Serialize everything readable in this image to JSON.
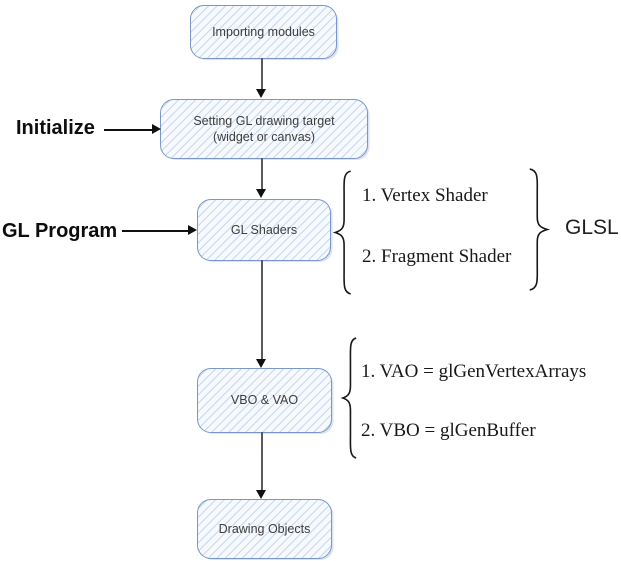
{
  "flowchart": {
    "nodes": {
      "importing": {
        "label": "Importing modules"
      },
      "target": {
        "line1": "Setting GL drawing target",
        "line2": "(widget or canvas)"
      },
      "shaders": {
        "label": "GL Shaders"
      },
      "vbo_vao": {
        "label": "VBO & VAO"
      },
      "drawing": {
        "label": "Drawing Objects"
      }
    },
    "side_labels": {
      "initialize": "Initialize",
      "gl_program": "GL Program"
    },
    "shader_group": {
      "items": [
        "1. Vertex Shader",
        "2. Fragment Shader"
      ],
      "label": "GLSL"
    },
    "buffer_group": {
      "items": [
        "1. VAO = glGenVertexArrays",
        "2. VBO = glGenBuffer"
      ]
    },
    "colors": {
      "node_border": "#7b97c9",
      "node_fill": "#f6f9fd",
      "hatch_line": "#d9e4f4",
      "arrow_line": "#5a5a5a",
      "arrow_head": "#101010",
      "node_text": "#3d3d3d"
    }
  }
}
